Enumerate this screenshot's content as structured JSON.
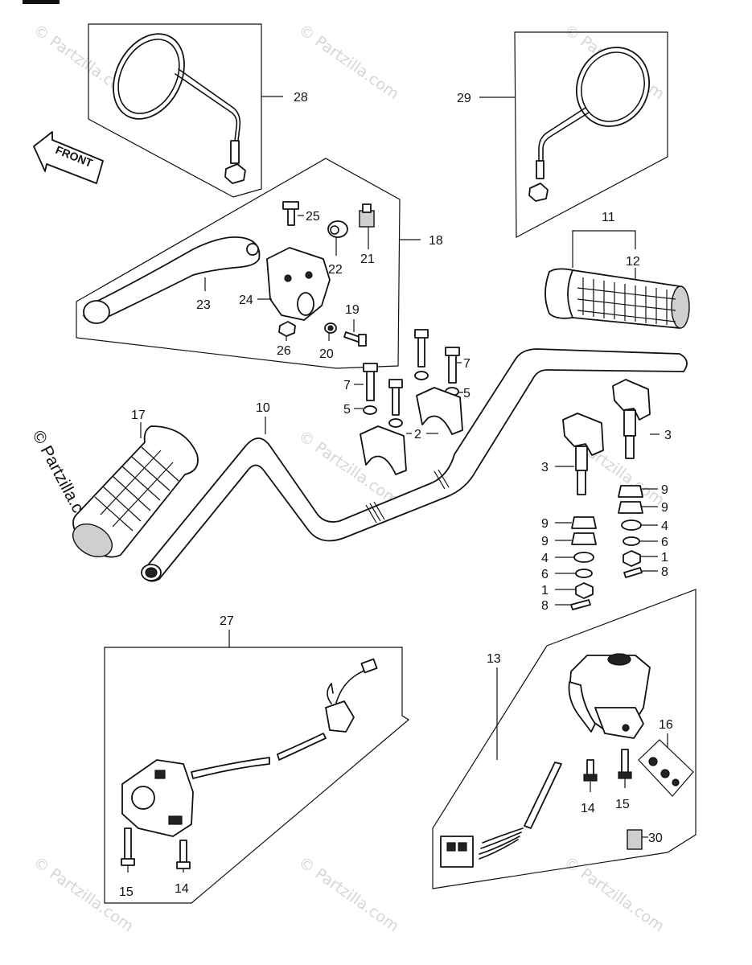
{
  "copyright": "© Partzilla.com",
  "watermark": "© Partzilla.com",
  "front_label": "FRONT",
  "callouts": {
    "c1a": "1",
    "c1b": "1",
    "c2": "2",
    "c3a": "3",
    "c3b": "3",
    "c4a": "4",
    "c4b": "4",
    "c5a": "5",
    "c5b": "5",
    "c6a": "6",
    "c6b": "6",
    "c7a": "7",
    "c7b": "7",
    "c8a": "8",
    "c8b": "8",
    "c9a": "9",
    "c9b": "9",
    "c9c": "9",
    "c9d": "9",
    "c10": "10",
    "c11": "11",
    "c12": "12",
    "c13": "13",
    "c14a": "14",
    "c14b": "14",
    "c15a": "15",
    "c15b": "15",
    "c16": "16",
    "c17": "17",
    "c18": "18",
    "c19": "19",
    "c20": "20",
    "c21": "21",
    "c22": "22",
    "c23": "23",
    "c24": "24",
    "c25": "25",
    "c26": "26",
    "c27": "27",
    "c28": "28",
    "c29": "29",
    "c30": "30"
  }
}
